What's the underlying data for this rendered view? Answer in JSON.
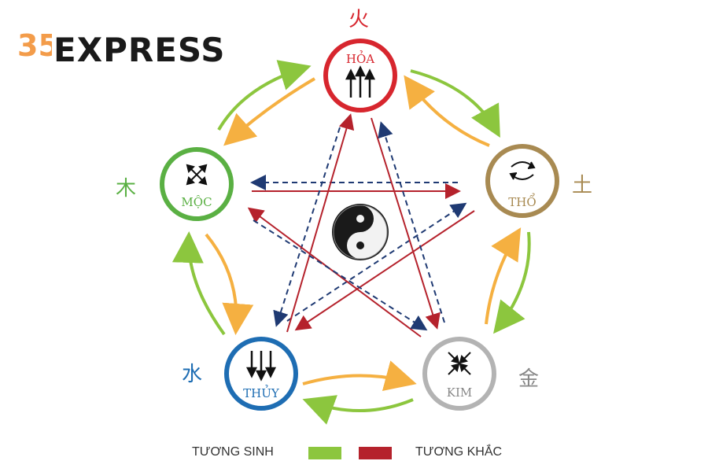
{
  "logo": {
    "prefix": "35",
    "text": "EXPRESS"
  },
  "colors": {
    "hoa": "#d7262e",
    "tho": "#a88a52",
    "kim": "#b3b3b3",
    "thuy": "#1e6db3",
    "moc": "#5ab043",
    "sinh_green": "#8cc63e",
    "sinh_orange": "#f5b041",
    "khac_red": "#b5222c",
    "khac_blue": "#1f3a73"
  },
  "elements": {
    "hoa": {
      "label": "HỎA",
      "hanzi": "火"
    },
    "tho": {
      "label": "THỔ",
      "hanzi": "土"
    },
    "kim": {
      "label": "KIM",
      "hanzi": "金"
    },
    "thuy": {
      "label": "THỦY",
      "hanzi": "水"
    },
    "moc": {
      "label": "MỘC",
      "hanzi": "木"
    }
  },
  "center_symbol": "yin-yang-icon",
  "legend": {
    "sinh": "TƯƠNG SINH",
    "khac": "TƯƠNG KHẮC"
  }
}
